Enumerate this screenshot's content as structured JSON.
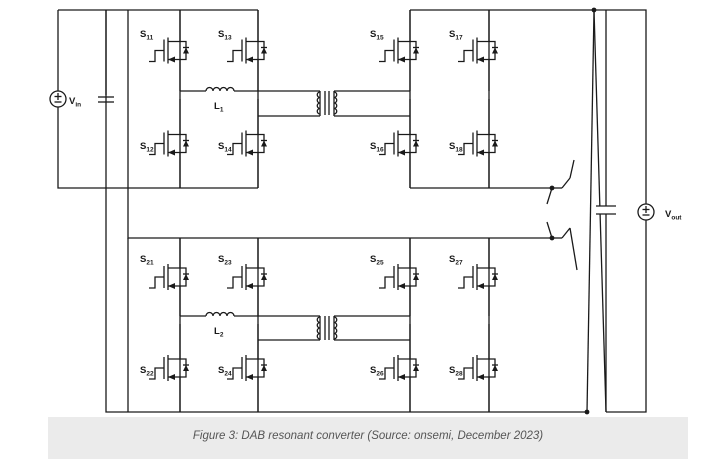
{
  "labels": {
    "vin": {
      "main": "V",
      "sub": "in"
    },
    "vout": {
      "main": "V",
      "sub": "out"
    },
    "l1": {
      "main": "L",
      "sub": "1"
    },
    "l2": {
      "main": "L",
      "sub": "2"
    },
    "switches": [
      {
        "main": "S",
        "sub": "11"
      },
      {
        "main": "S",
        "sub": "13"
      },
      {
        "main": "S",
        "sub": "12"
      },
      {
        "main": "S",
        "sub": "14"
      },
      {
        "main": "S",
        "sub": "15"
      },
      {
        "main": "S",
        "sub": "17"
      },
      {
        "main": "S",
        "sub": "16"
      },
      {
        "main": "S",
        "sub": "18"
      },
      {
        "main": "S",
        "sub": "21"
      },
      {
        "main": "S",
        "sub": "23"
      },
      {
        "main": "S",
        "sub": "22"
      },
      {
        "main": "S",
        "sub": "24"
      },
      {
        "main": "S",
        "sub": "25"
      },
      {
        "main": "S",
        "sub": "27"
      },
      {
        "main": "S",
        "sub": "26"
      },
      {
        "main": "S",
        "sub": "28"
      }
    ]
  },
  "caption": "Figure 3: DAB resonant converter (Source: onsemi, December 2023)"
}
